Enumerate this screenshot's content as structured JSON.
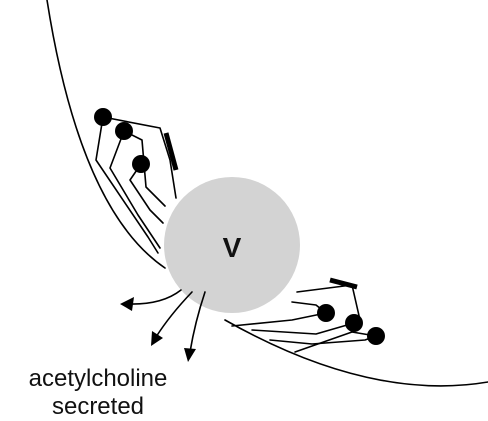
{
  "diagram": {
    "vesicle_label": "V",
    "caption_line1": "acetylcholine",
    "caption_line2": "secreted",
    "colors": {
      "vesicle_fill": "#d3d3d3",
      "line": "#000000",
      "background": "#ffffff"
    }
  }
}
